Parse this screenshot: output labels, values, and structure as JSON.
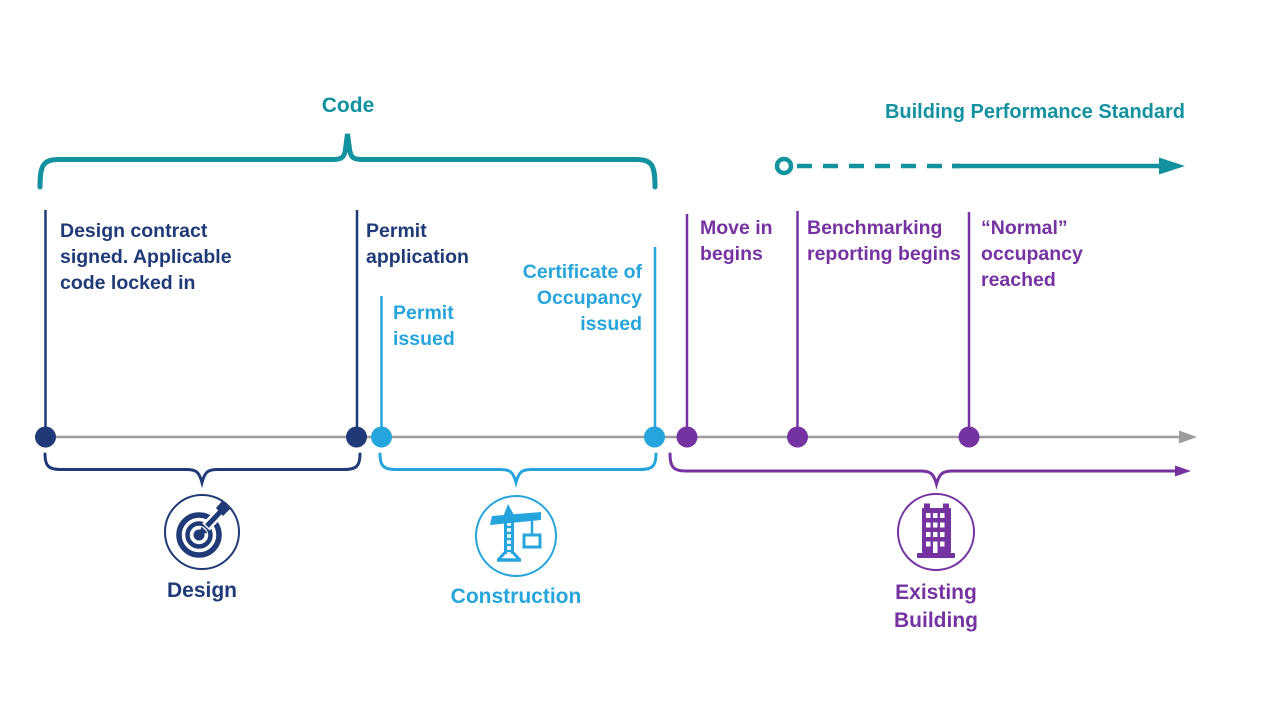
{
  "colors": {
    "teal": "#12919F",
    "navy": "#1F3A77",
    "cyan": "#26A5DC",
    "purple": "#7533A2",
    "timeline_gray": "#9C9C9C"
  },
  "header": {
    "code_label": "Code",
    "bps_label": "Building Performance Standard"
  },
  "milestones": [
    {
      "label": "Design contract signed. Applicable code locked in",
      "phase": "Design",
      "color": "#1F3A77"
    },
    {
      "label": "Permit application",
      "phase": "Design",
      "color": "#1F3A77"
    },
    {
      "label": "Permit issued",
      "phase": "Construction",
      "color": "#26A5DC"
    },
    {
      "label": "Certificate of Occupancy issued",
      "phase": "Construction",
      "color": "#26A5DC"
    },
    {
      "label": "Move in begins",
      "phase": "Existing Building",
      "color": "#7533A2"
    },
    {
      "label": "Benchmarking reporting begins",
      "phase": "Existing Building",
      "color": "#7533A2"
    },
    {
      "label": "“Normal” occupancy reached",
      "phase": "Existing Building",
      "color": "#7533A2"
    }
  ],
  "phases": [
    {
      "label": "Design",
      "icon": "target-dart-icon",
      "color": "#1F3A77"
    },
    {
      "label": "Construction",
      "icon": "tower-crane-icon",
      "color": "#26A5DC"
    },
    {
      "label": "Existing Building",
      "icon": "building-icon",
      "color": "#7533A2"
    }
  ]
}
